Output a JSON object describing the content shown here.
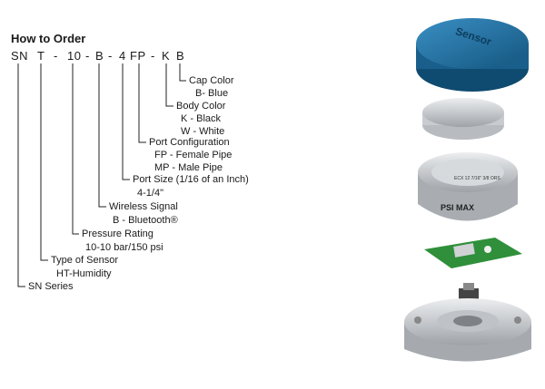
{
  "title": "How to Order",
  "code": {
    "sn": "SN",
    "t": "T",
    "d1": "-",
    "n10": "10",
    "d2": "-",
    "b": "B",
    "d3": "-",
    "n4": "4",
    "fp": "FP",
    "d4": "-",
    "k": "K",
    "b2": "B"
  },
  "labels": {
    "cap_color": "Cap Color",
    "cap_blue": "B- Blue",
    "body_color": "Body Color",
    "body_black": "K - Black",
    "body_white": "W - White",
    "port_config": "Port Configuration",
    "port_fp": "FP - Female Pipe",
    "port_mp": "MP - Male Pipe",
    "port_size": "Port Size (1/16 of an Inch)",
    "port_size_range": "4-1/4\"",
    "wireless": "Wireless Signal",
    "wireless_b": "B - Bluetooth®",
    "pressure": "Pressure Rating",
    "pressure_val": "10-10 bar/150 psi",
    "sensor_type": "Type of Sensor",
    "sensor_ht": "HT-Humidity",
    "series": "SN Series"
  },
  "assembly": {
    "cap_text": "Sensor",
    "ring_text": "PSI MAX",
    "ring_small": "ECX 12 7/16\" 3/8 ORS",
    "colors": {
      "cap": "#1f6fa0",
      "pcb": "#2f8f3a",
      "metal": "#c9ccd0"
    }
  }
}
